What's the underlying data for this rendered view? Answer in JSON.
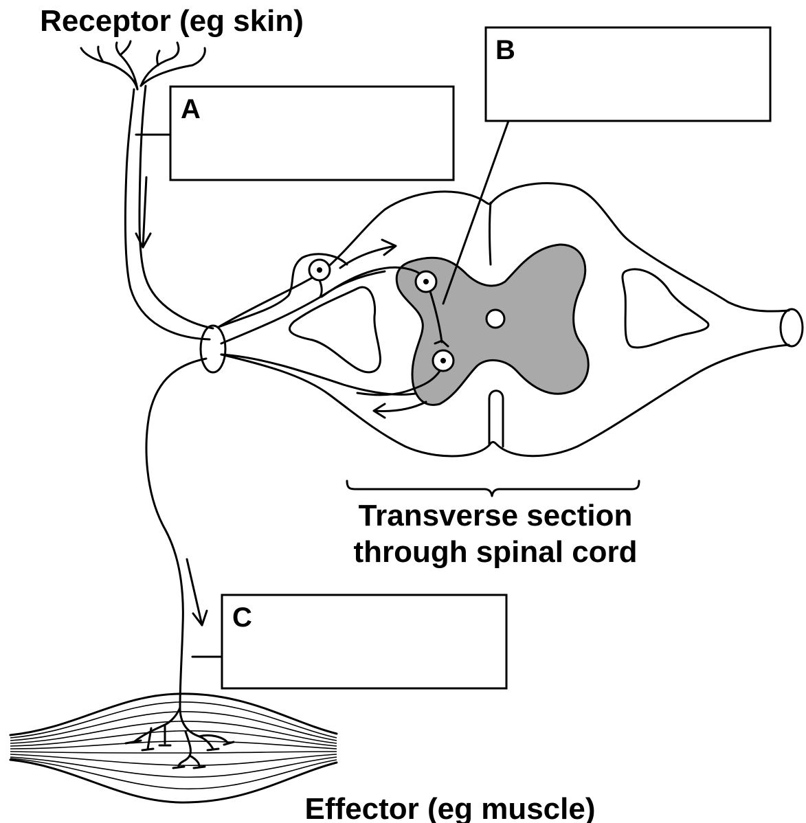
{
  "labels": {
    "receptor": "Receptor (eg skin)",
    "effector": "Effector (eg muscle)",
    "section_line1": "Transverse section",
    "section_line2": "through spinal cord"
  },
  "boxes": {
    "a": "A",
    "b": "B",
    "c": "C"
  },
  "colors": {
    "grey_matter": "#a9a9a9",
    "outline": "#000000",
    "background": "#ffffff"
  }
}
